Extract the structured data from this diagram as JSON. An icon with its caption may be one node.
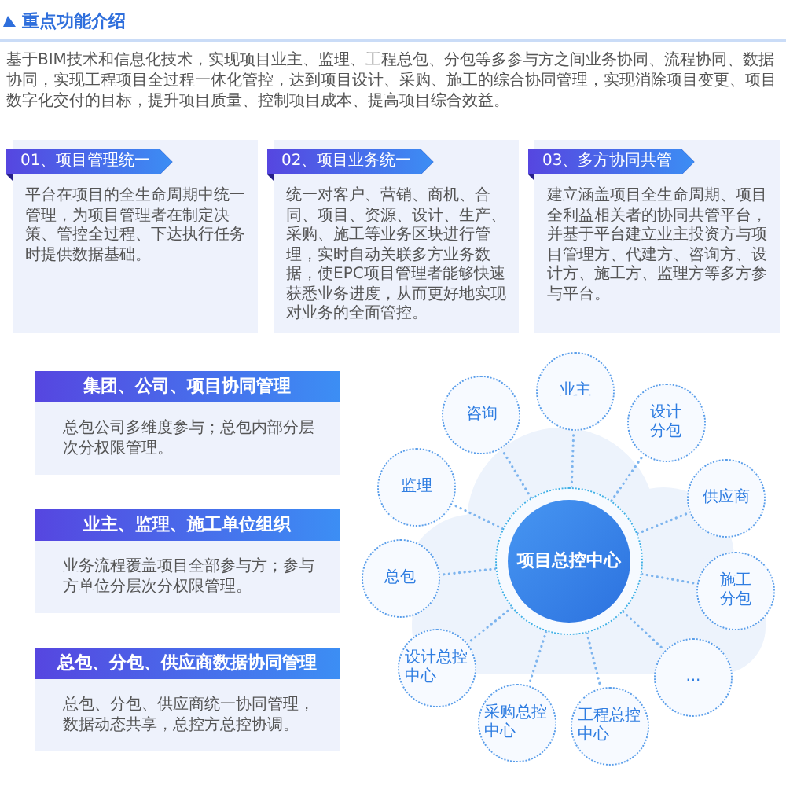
{
  "diagram": {
    "title": "重点功能介绍",
    "nodes": [
      {
        "text": [
          "01、项目管理统一",
          "平台在项目的全生命周期中统一管理，为项目管理者在制定决策、管控全过程、下达执行任务时提供数据基础。"
        ]
      },
      {
        "text": [
          "02、项目业务统一",
          "统一对客户、营销、商机、合同、项目、资源、设计、生产、采购、施工等业务区块进行管理，实时自动关联多方业务数据，使EPC项目管理者能够快速获悉业务进度，从而更好地实现对业务的全面管控。"
        ]
      },
      {
        "text": [
          "03、多方协同共管",
          "建立涵盖项目全生命周期、项目全利益相关者的协同共管平台，并基于平台建立业主投资方与项目管理方、代建方、咨询方、设计方、施工方、监理方等多方参与平台。"
        ]
      },
      {
        "text": [
          "集团、公司、项目协同管理",
          "总包公司多维度参与；总包内部分层次分权限管理。"
        ]
      },
      {
        "text": [
          "业主、监理、施工单位组织",
          "业务流程覆盖项目全部参与方；参与方单位分层次分权限管理。"
        ]
      },
      {
        "text": [
          "总包、分包、供应商数据协同管理",
          "总包、分包、供应商统一协同管理，数据动态共享，总控方总控协调。"
        ]
      },
      {
        "text": [
          "项目总控中心"
        ]
      },
      {
        "text": [
          "业主"
        ]
      },
      {
        "text": [
          "设计分包"
        ]
      },
      {
        "text": [
          "供应商"
        ]
      },
      {
        "text": [
          "施工分包"
        ]
      },
      {
        "text": [
          "..."
        ]
      },
      {
        "text": [
          "工程总控中心"
        ]
      },
      {
        "text": [
          "采购总控中心"
        ]
      },
      {
        "text": [
          "设计总控中心"
        ]
      },
      {
        "text": [
          "总包"
        ]
      },
      {
        "text": [
          "监理"
        ]
      },
      {
        "text": [
          "咨询"
        ]
      }
    ],
    "edges": [
      {
        "from": 6,
        "to": 7,
        "arrow": "none",
        "style": "dashed"
      },
      {
        "from": 6,
        "to": 8,
        "arrow": "none",
        "style": "dashed"
      },
      {
        "from": 6,
        "to": 9,
        "arrow": "none",
        "style": "dashed"
      },
      {
        "from": 6,
        "to": 10,
        "arrow": "none",
        "style": "dashed"
      },
      {
        "from": 6,
        "to": 11,
        "arrow": "none",
        "style": "dashed"
      },
      {
        "from": 6,
        "to": 12,
        "arrow": "none",
        "style": "dashed"
      },
      {
        "from": 6,
        "to": 13,
        "arrow": "none",
        "style": "dashed"
      },
      {
        "from": 6,
        "to": 14,
        "arrow": "none",
        "style": "dashed"
      },
      {
        "from": 6,
        "to": 15,
        "arrow": "none",
        "style": "dashed"
      },
      {
        "from": 6,
        "to": 16,
        "arrow": "none",
        "style": "dashed"
      },
      {
        "from": 6,
        "to": 17,
        "arrow": "none",
        "style": "dashed"
      }
    ],
    "labels": [
      "基于BIM技术和信息化技术，实现项目业主、监理、工程总包、分包等多参与方之间业务协同、流程协同、数据协同，实现工程项目全过程一体化管控，达到项目设计、采购、施工的综合协同管理，实现消除项目变更、项目数字化交付的目标，提升项目质量、控制项目成本、提高项目综合效益。"
    ]
  }
}
